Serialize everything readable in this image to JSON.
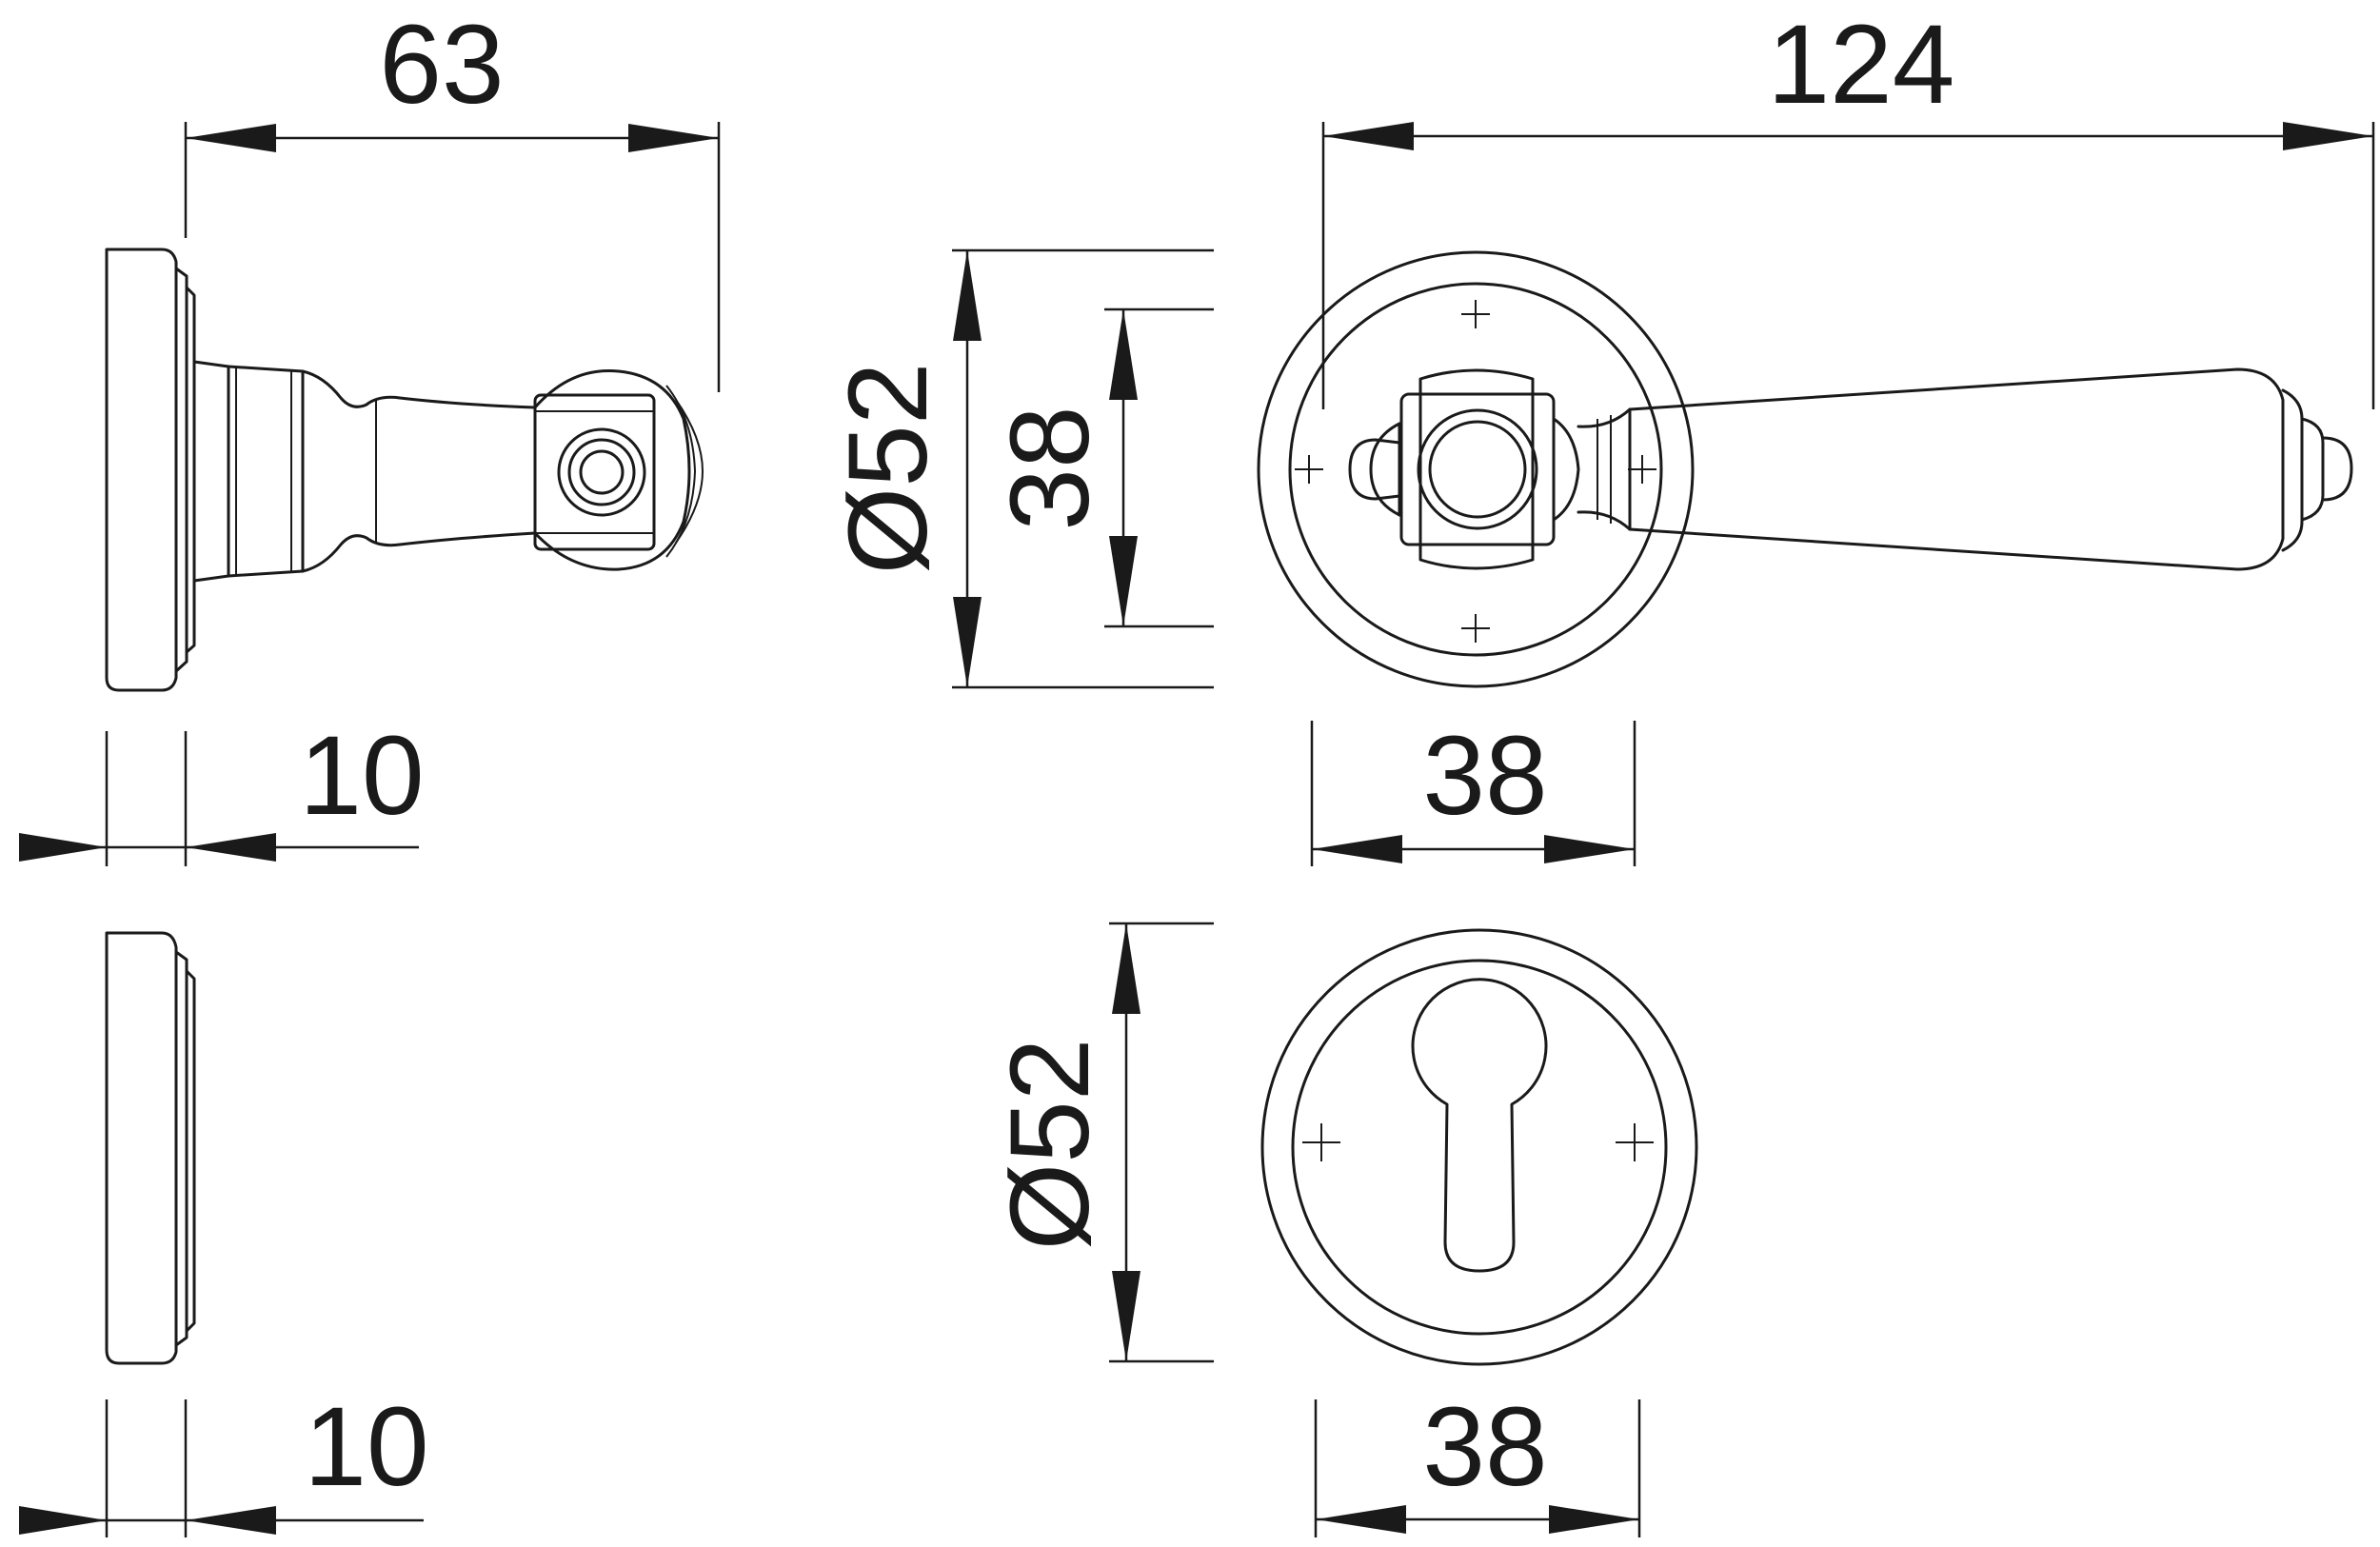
{
  "dimensions": {
    "rosette_handle_width": "63",
    "lever_length": "124",
    "rosette_outer_diameter_top": "Ø52",
    "rosette_inner_height_top": "38",
    "rosette_inner_width_top": "38",
    "rosette_thickness_top": "10",
    "rosette_outer_diameter_bottom": "Ø52",
    "rosette_inner_width_bottom": "38",
    "rosette_thickness_bottom": "10"
  }
}
